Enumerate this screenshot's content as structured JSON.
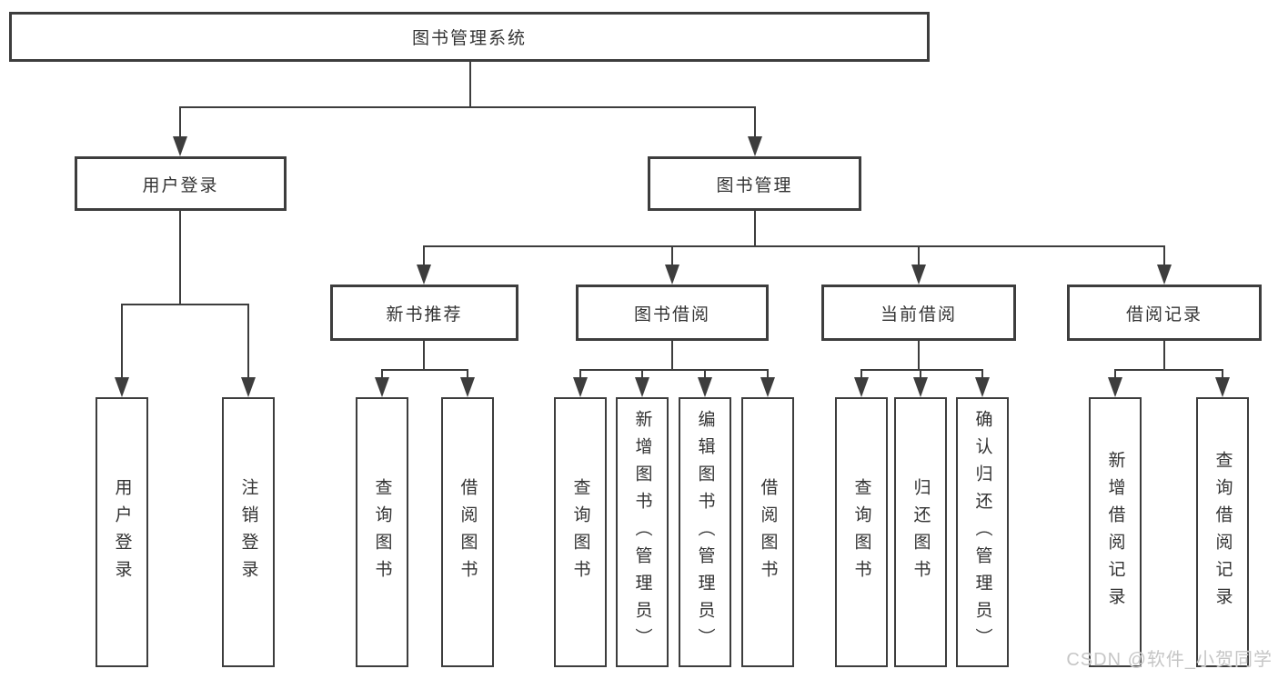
{
  "diagram": {
    "root": {
      "label": "图书管理系统"
    },
    "branches": [
      {
        "label": "用户登录",
        "children": [
          {
            "label": "用户登录"
          },
          {
            "label": "注销登录"
          }
        ]
      },
      {
        "label": "图书管理",
        "groups": [
          {
            "label": "新书推荐",
            "children": [
              {
                "label": "查询图书"
              },
              {
                "label": "借阅图书"
              }
            ]
          },
          {
            "label": "图书借阅",
            "children": [
              {
                "label": "查询图书"
              },
              {
                "label": "新增图书（管理员）"
              },
              {
                "label": "编辑图书（管理员）"
              },
              {
                "label": "借阅图书"
              }
            ]
          },
          {
            "label": "当前借阅",
            "children": [
              {
                "label": "查询图书"
              },
              {
                "label": "归还图书"
              },
              {
                "label": "确认归还（管理员）"
              }
            ]
          },
          {
            "label": "借阅记录",
            "children": [
              {
                "label": "新增借阅记录"
              },
              {
                "label": "查询借阅记录"
              }
            ]
          }
        ]
      }
    ]
  },
  "watermark": {
    "text": "CSDN @软件_小贺同学"
  },
  "colors": {
    "line": "#3d3d3d",
    "box_border": "#3d3d3d",
    "text": "#333333",
    "watermark": "#c6c6c6",
    "background": "#ffffff"
  }
}
